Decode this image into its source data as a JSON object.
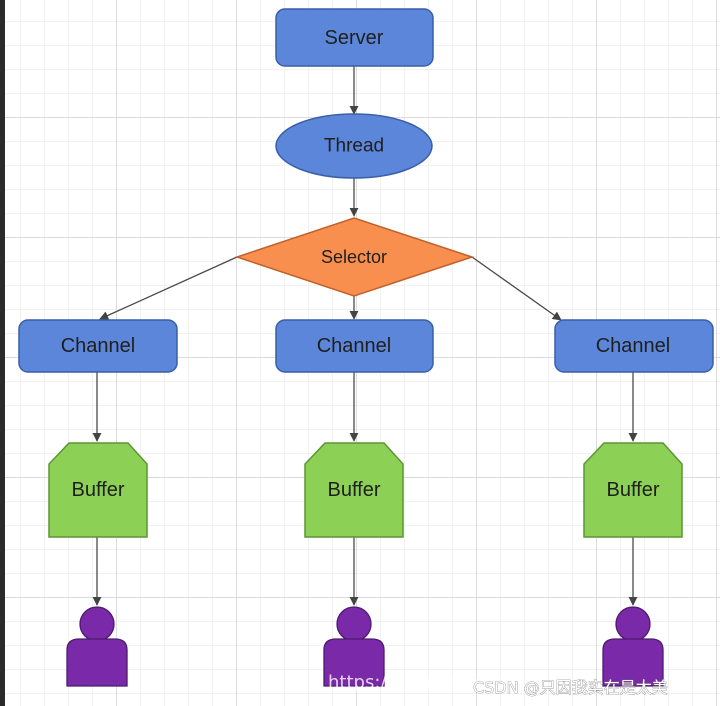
{
  "nodes": {
    "server": "Server",
    "thread": "Thread",
    "selector": "Selector",
    "channels": [
      "Channel",
      "Channel",
      "Channel"
    ],
    "buffers": [
      "Buffer",
      "Buffer",
      "Buffer"
    ]
  },
  "colors": {
    "rect_blue": "#5b86d9",
    "selector_orange": "#f98f4e",
    "buffer_green": "#8cd055",
    "user_purple": "#7a2aa8"
  },
  "watermark": {
    "url": "https://blog.csdn.net",
    "credit": "CSDN @只因我实在是太美"
  }
}
